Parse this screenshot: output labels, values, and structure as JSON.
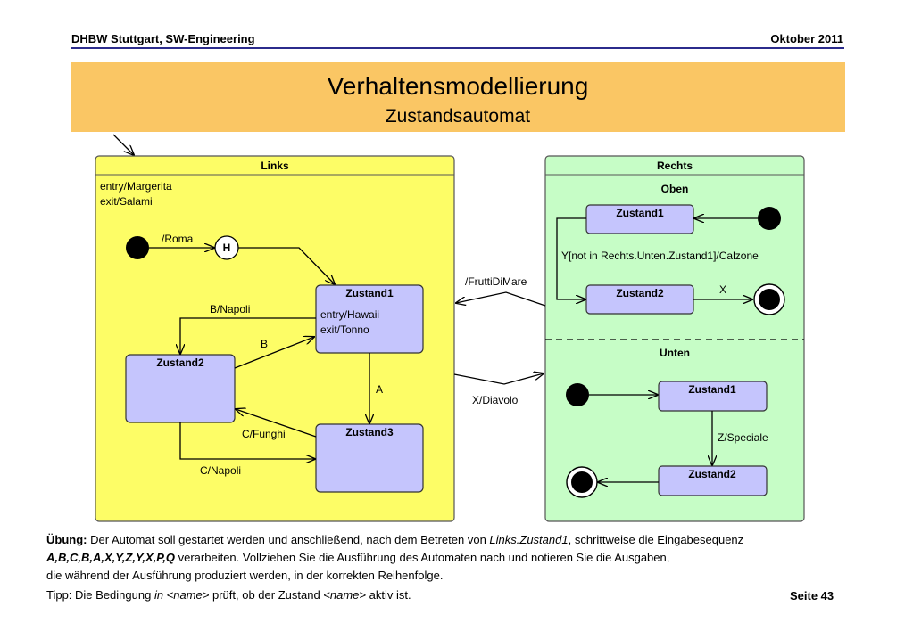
{
  "header": {
    "left": "DHBW Stuttgart, SW-Engineering",
    "right": "Oktober 2011"
  },
  "banner": {
    "title": "Verhaltensmodellierung",
    "subtitle": "Zustandsautomat"
  },
  "colors": {
    "banner": "#fac664",
    "links_fill": "#fdfd66",
    "rechts_fill": "#c6fdc6",
    "state_fill": "#c5c5fd",
    "header_line": "#2b2b8c"
  },
  "diagram": {
    "links": {
      "title": "Links",
      "entry": "entry/Margerita",
      "exit": "exit/Salami",
      "history": "H",
      "states": {
        "zustand1": {
          "name": "Zustand1",
          "entry": "entry/Hawaii",
          "exit": "exit/Tonno"
        },
        "zustand2": {
          "name": "Zustand2"
        },
        "zustand3": {
          "name": "Zustand3"
        }
      },
      "transitions": {
        "initial": "/Roma",
        "b_napoli": "B/Napoli",
        "b": "B",
        "a": "A",
        "c_funghi": "C/Funghi",
        "c_napoli": "C/Napoli"
      }
    },
    "between": {
      "to_links": "/FruttiDiMare",
      "to_rechts": "X/Diavolo"
    },
    "rechts": {
      "title": "Rechts",
      "oben": {
        "title": "Oben",
        "zustand1": "Zustand1",
        "zustand2": "Zustand2",
        "guard": "Y[not in Rechts.Unten.Zustand1]/Calzone",
        "x": "X"
      },
      "unten": {
        "title": "Unten",
        "zustand1": "Zustand1",
        "zustand2": "Zustand2",
        "z": "Z/Speciale"
      }
    }
  },
  "exercise": {
    "label": "Übung:",
    "l1a": " Der Automat soll gestartet werden und anschließend, nach dem Betreten von ",
    "l1b": "Links.Zustand1",
    "l1c": ", schrittweise die Eingabesequenz",
    "l2a": "A,B,C,B,A,X,Y,Z,Y,X,P,Q",
    "l2b": " verarbeiten. Vollziehen Sie die Ausführung des Automaten nach und notieren Sie die Ausgaben,",
    "l3": "die während der Ausführung produziert werden, in der korrekten Reihenfolge.",
    "l4a": "Tipp: Die Bedingung ",
    "l4b": "in <name>",
    "l4c": " prüft, ob der Zustand ",
    "l4d": "<name>",
    "l4e": " aktiv ist."
  },
  "footer": {
    "page": "Seite 43"
  }
}
